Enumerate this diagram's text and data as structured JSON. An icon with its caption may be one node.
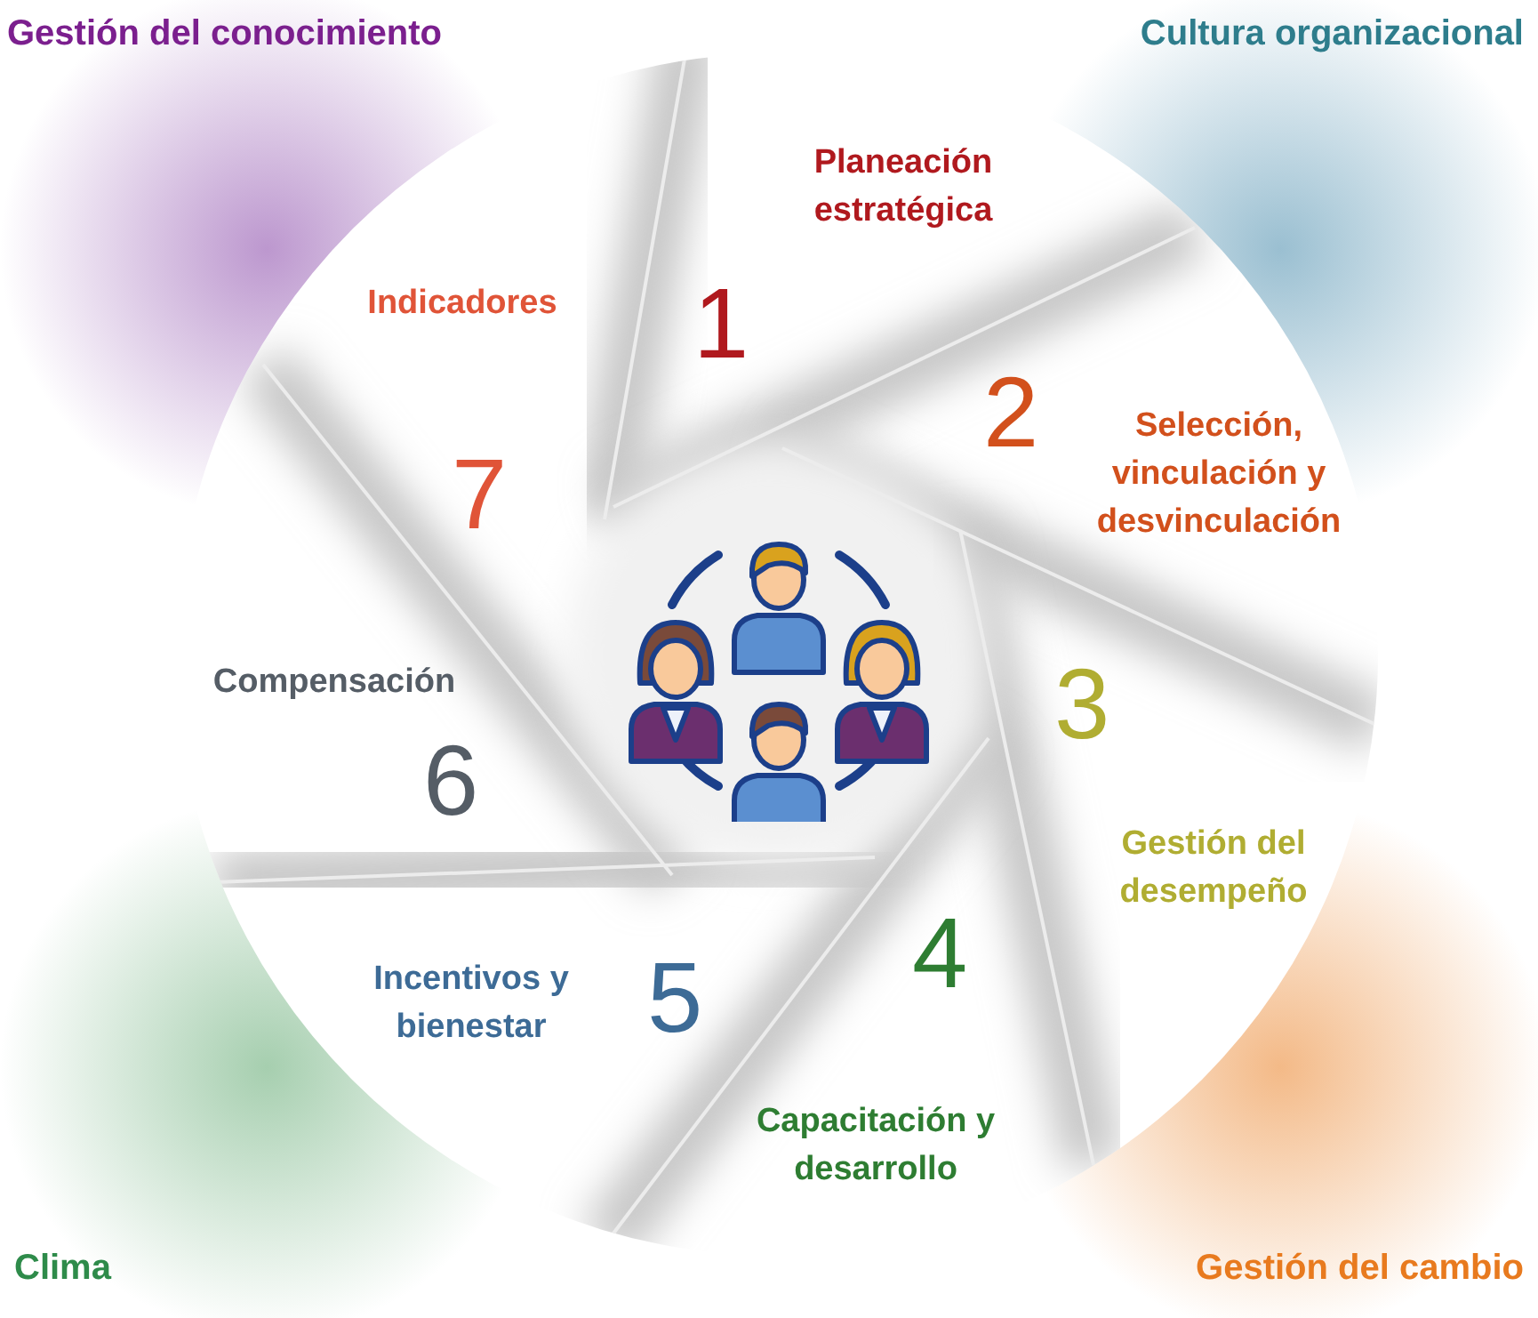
{
  "diagram": {
    "nodes": [
      {
        "text": [
          "Planeación estratégica",
          "1"
        ]
      },
      {
        "text": [
          "Selección, vinculación y desvinculación",
          "2"
        ]
      },
      {
        "text": [
          "3",
          "Gestión del desempeño"
        ]
      },
      {
        "text": [
          "4",
          "Capacitación y desarrollo"
        ]
      },
      {
        "text": [
          "Incentivos y bienestar",
          "5"
        ]
      },
      {
        "text": [
          "Compensación",
          "6"
        ]
      },
      {
        "text": [
          "Indicadores",
          "7"
        ]
      }
    ],
    "labels": [
      "Gestión del conocimiento",
      "Cultura organizacional",
      "Clima",
      "Gestión del cambio"
    ]
  }
}
